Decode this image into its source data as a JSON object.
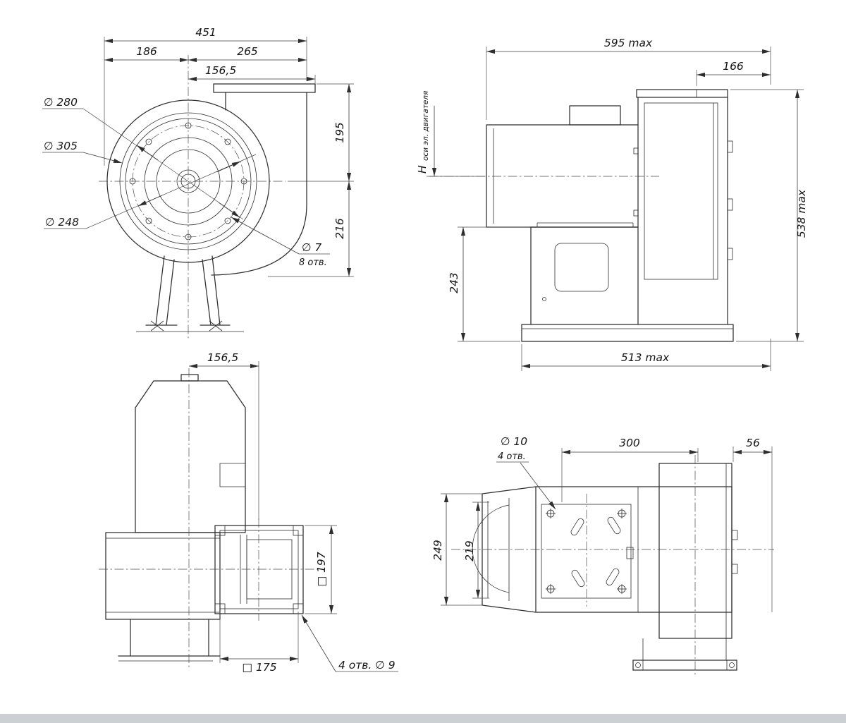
{
  "front_view": {
    "dim_total_width": "451",
    "dim_left_width": "186",
    "dim_right_width": "265",
    "dim_outlet": "156,5",
    "dia_280": "∅ 280",
    "dia_305": "∅ 305",
    "dia_248": "∅ 248",
    "dia_holes": "∅ 7",
    "holes_count": "8 отв.",
    "dim_height_top": "195",
    "dim_height_bottom": "216"
  },
  "side_view": {
    "dim_width_max": "595 max",
    "dim_outlet_offset": "166",
    "axis_h": "H",
    "axis_label": "оси эл. двигателя",
    "dim_base_height": "243",
    "dim_height_max": "538 max",
    "dim_depth_max": "513 max"
  },
  "bottom_view": {
    "dim_outlet_offset": "156,5",
    "dim_flange_square": "□ 197",
    "dim_opening_square": "□ 175",
    "holes_label": "4 отв.  ∅ 9"
  },
  "top_view": {
    "dia_holes": "∅ 10",
    "holes_count": "4 отв.",
    "dim_plate_length": "300",
    "dim_overhang": "56",
    "dim_plate_width": "249",
    "dim_inner_width": "219"
  }
}
